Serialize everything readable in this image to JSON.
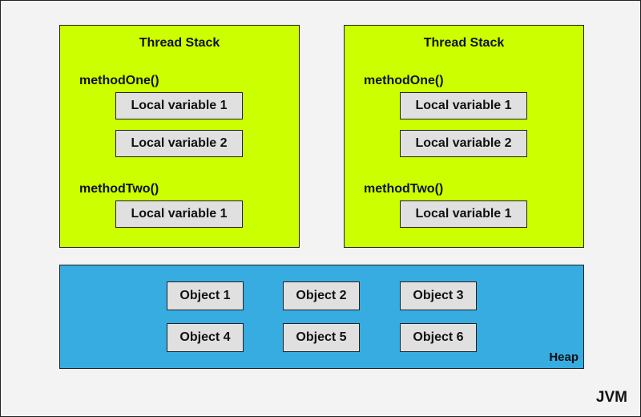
{
  "jvm": {
    "label": "JVM"
  },
  "thread_stacks": [
    {
      "title": "Thread Stack",
      "methods": [
        {
          "name": "methodOne()",
          "locals": [
            "Local variable 1",
            "Local variable 2"
          ]
        },
        {
          "name": "methodTwo()",
          "locals": [
            "Local variable 1"
          ]
        }
      ]
    },
    {
      "title": "Thread Stack",
      "methods": [
        {
          "name": "methodOne()",
          "locals": [
            "Local variable 1",
            "Local variable 2"
          ]
        },
        {
          "name": "methodTwo()",
          "locals": [
            "Local variable 1"
          ]
        }
      ]
    }
  ],
  "heap": {
    "label": "Heap",
    "objects": [
      "Object 1",
      "Object 2",
      "Object 3",
      "Object 4",
      "Object 5",
      "Object 6"
    ]
  },
  "colors": {
    "thread_stack": "#ccff00",
    "heap": "#36ace0",
    "box": "#e0e0e0",
    "background": "#f3f3f3"
  }
}
